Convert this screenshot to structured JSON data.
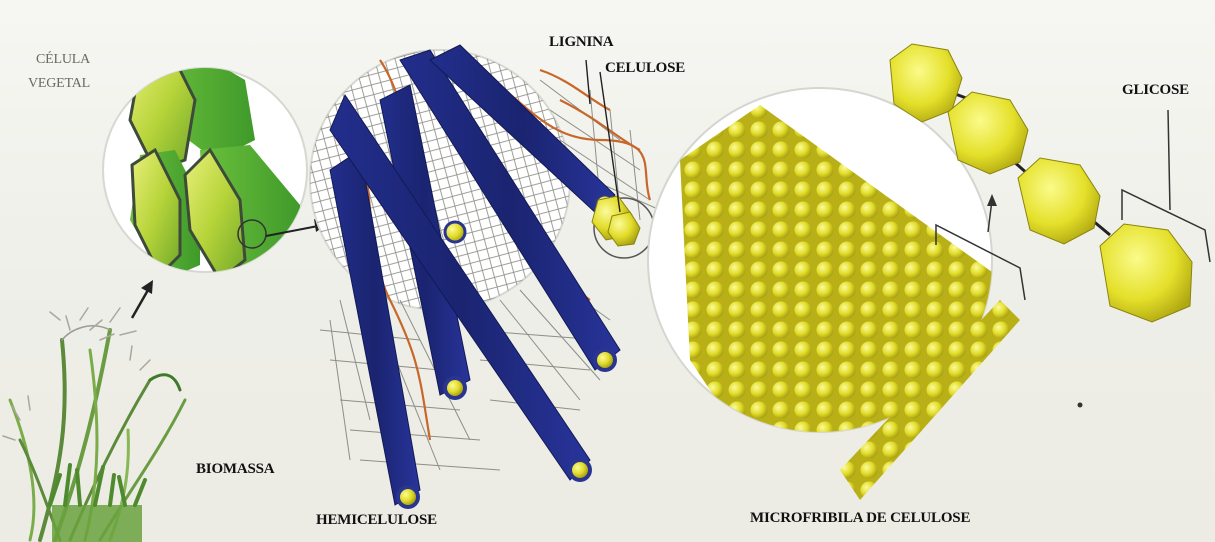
{
  "labels": {
    "cell_line1": "CÉLULA",
    "cell_line2": "VEGETAL",
    "lignina": "LIGNINA",
    "celulose": "CELULOSE",
    "glicose": "GLICOSE",
    "biomassa": "BIOMASSA",
    "hemicelulose": "HEMICELULOSE",
    "microfibrila": "MICROFRIBILA DE CELULOSE"
  },
  "colors": {
    "cell_green": "#5fbf3a",
    "cell_yellow": "#d9e63a",
    "fiber_blue": "#1d2a7a",
    "lignin_orange": "#c76a2a",
    "hemicellulose_gray": "#8a8a8a",
    "cellulose_yellow": "#d6cf1e",
    "glucose_yellow": "#e4e02a"
  }
}
